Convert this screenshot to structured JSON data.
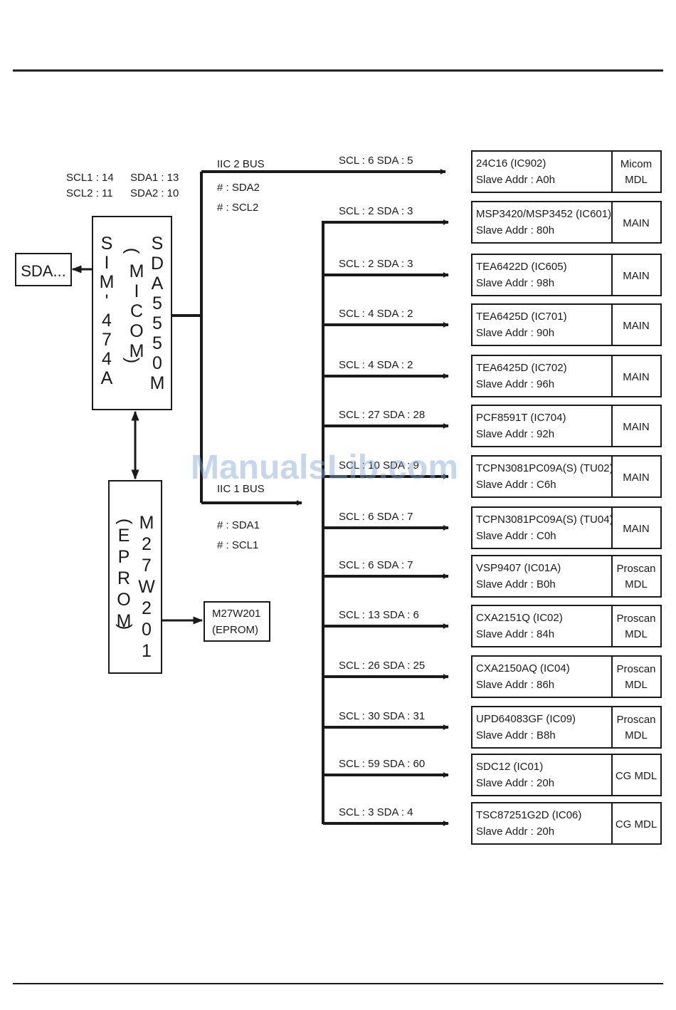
{
  "watermark": "ManualsLib.com",
  "micom": {
    "pins": [
      "SCL1 : 14",
      "SDA1 : 13",
      "SCL2 : 11",
      "SDA2 : 10"
    ],
    "col_left": [
      "S",
      "I",
      "M",
      "'",
      "4",
      "7",
      "4",
      "A"
    ],
    "col_mid": [
      "M",
      "I",
      "C",
      "O",
      "M"
    ],
    "col_right": [
      "S",
      "D",
      "A",
      "5",
      "5",
      "5",
      "0",
      "M"
    ]
  },
  "sda_box": "SDA...",
  "eprom": {
    "col_left": [
      "E",
      "P",
      "R",
      "O",
      "M"
    ],
    "col_right": [
      "M",
      "2",
      "7",
      "W",
      "2",
      "0",
      "1"
    ],
    "box_line1": "M27W201",
    "box_line2": "(EPROM)"
  },
  "bus2": {
    "title": "IIC 2 BUS",
    "note1": "# : SDA2",
    "note2": "# : SCL2"
  },
  "bus1": {
    "title": "IIC 1 BUS",
    "note1": "# : SDA1",
    "note2": "# : SCL1"
  },
  "devices": [
    {
      "pins": "SCL : 6   SDA : 5",
      "part": "24C16 (IC902)",
      "addr": "Slave Addr : A0h",
      "mdl1": "Micom",
      "mdl2": "MDL"
    },
    {
      "pins": "SCL : 2   SDA : 3",
      "part": "MSP3420/MSP3452 (IC601)",
      "addr": "Slave Addr : 80h",
      "mdl1": "MAIN",
      "mdl2": ""
    },
    {
      "pins": "SCL : 2   SDA : 3",
      "part": "TEA6422D (IC605)",
      "addr": "Slave Addr : 98h",
      "mdl1": "MAIN",
      "mdl2": ""
    },
    {
      "pins": "SCL : 4   SDA : 2",
      "part": "TEA6425D (IC701)",
      "addr": "Slave Addr : 90h",
      "mdl1": "MAIN",
      "mdl2": ""
    },
    {
      "pins": "SCL : 4   SDA : 2",
      "part": "TEA6425D (IC702)",
      "addr": "Slave Addr : 96h",
      "mdl1": "MAIN",
      "mdl2": ""
    },
    {
      "pins": "SCL : 27   SDA : 28",
      "part": "PCF8591T (IC704)",
      "addr": "Slave Addr : 92h",
      "mdl1": "MAIN",
      "mdl2": ""
    },
    {
      "pins": "SCL : 10   SDA : 9",
      "part": "TCPN3081PC09A(S) (TU02)",
      "addr": "Slave Addr : C6h",
      "mdl1": "MAIN",
      "mdl2": ""
    },
    {
      "pins": "SCL : 6   SDA : 7",
      "part": "TCPN3081PC09A(S) (TU04)",
      "addr": "Slave Addr : C0h",
      "mdl1": "MAIN",
      "mdl2": ""
    },
    {
      "pins": "SCL : 6   SDA : 7",
      "part": "VSP9407 (IC01A)",
      "addr": "Slave Addr : B0h",
      "mdl1": "Proscan",
      "mdl2": "MDL"
    },
    {
      "pins": "SCL : 13   SDA : 6",
      "part": "CXA2151Q (IC02)",
      "addr": "Slave Addr : 84h",
      "mdl1": "Proscan",
      "mdl2": "MDL"
    },
    {
      "pins": "SCL : 26   SDA : 25",
      "part": "CXA2150AQ (IC04)",
      "addr": "Slave Addr : 86h",
      "mdl1": "Proscan",
      "mdl2": "MDL"
    },
    {
      "pins": "SCL : 30   SDA : 31",
      "part": "UPD64083GF (IC09)",
      "addr": "Slave Addr : B8h",
      "mdl1": "Proscan",
      "mdl2": "MDL"
    },
    {
      "pins": "SCL : 59   SDA : 60",
      "part": "SDC12 (IC01)",
      "addr": "Slave Addr : 20h",
      "mdl1": "CG MDL",
      "mdl2": ""
    },
    {
      "pins": "SCL : 3   SDA : 4",
      "part": "TSC87251G2D (IC06)",
      "addr": "Slave Addr : 20h",
      "mdl1": "CG MDL",
      "mdl2": ""
    }
  ]
}
